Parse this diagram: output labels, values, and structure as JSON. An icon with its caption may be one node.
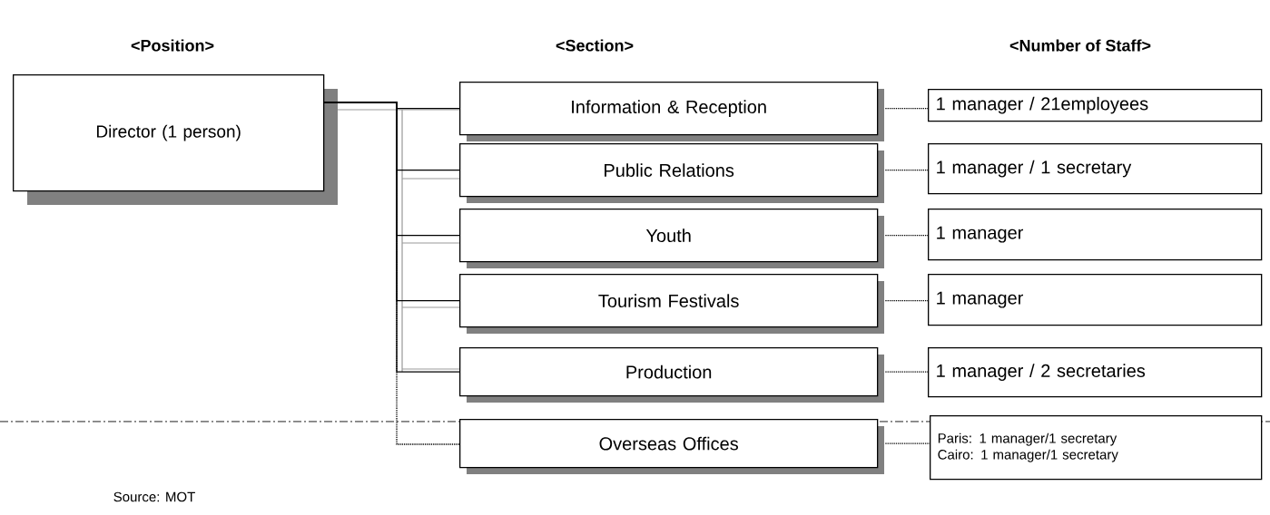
{
  "diagram": {
    "nodes": [
      {
        "text": [
          "Director (1 person)"
        ]
      },
      {
        "text": [
          "Information & Reception"
        ]
      },
      {
        "text": [
          "Public Relations"
        ]
      },
      {
        "text": [
          "Youth"
        ]
      },
      {
        "text": [
          "Tourism Festivals"
        ]
      },
      {
        "text": [
          "Production"
        ]
      },
      {
        "text": [
          "Overseas Offices"
        ]
      },
      {
        "text": [
          "1 manager / 21employees"
        ]
      },
      {
        "text": [
          "1 manager / 1 secretary"
        ]
      },
      {
        "text": [
          "1 manager"
        ]
      },
      {
        "text": [
          "1 manager"
        ]
      },
      {
        "text": [
          "1 manager / 2 secretaries"
        ]
      },
      {
        "text": [
          "Paris: 1 manager/1 secretary",
          "Cairo: 1 manager/1 secretary"
        ]
      }
    ],
    "edges": [
      {
        "from": 0,
        "to": 1,
        "arrow": "none"
      },
      {
        "from": 0,
        "to": 2,
        "arrow": "none"
      },
      {
        "from": 0,
        "to": 3,
        "arrow": "none"
      },
      {
        "from": 0,
        "to": 4,
        "arrow": "none"
      },
      {
        "from": 0,
        "to": 5,
        "arrow": "none"
      },
      {
        "from": 0,
        "to": 6,
        "arrow": "none",
        "style": "dashed"
      },
      {
        "from": 1,
        "to": 7,
        "arrow": "none",
        "style": "dashed"
      },
      {
        "from": 2,
        "to": 8,
        "arrow": "none",
        "style": "dashed"
      },
      {
        "from": 3,
        "to": 9,
        "arrow": "none",
        "style": "dashed"
      },
      {
        "from": 4,
        "to": 10,
        "arrow": "none",
        "style": "dashed"
      },
      {
        "from": 5,
        "to": 11,
        "arrow": "none",
        "style": "dashed"
      },
      {
        "from": 6,
        "to": 12,
        "arrow": "none",
        "style": "dashed"
      }
    ],
    "labels": [
      "<Position>",
      "<Section>",
      "<Number of Staff>",
      "Source: MOT"
    ]
  }
}
